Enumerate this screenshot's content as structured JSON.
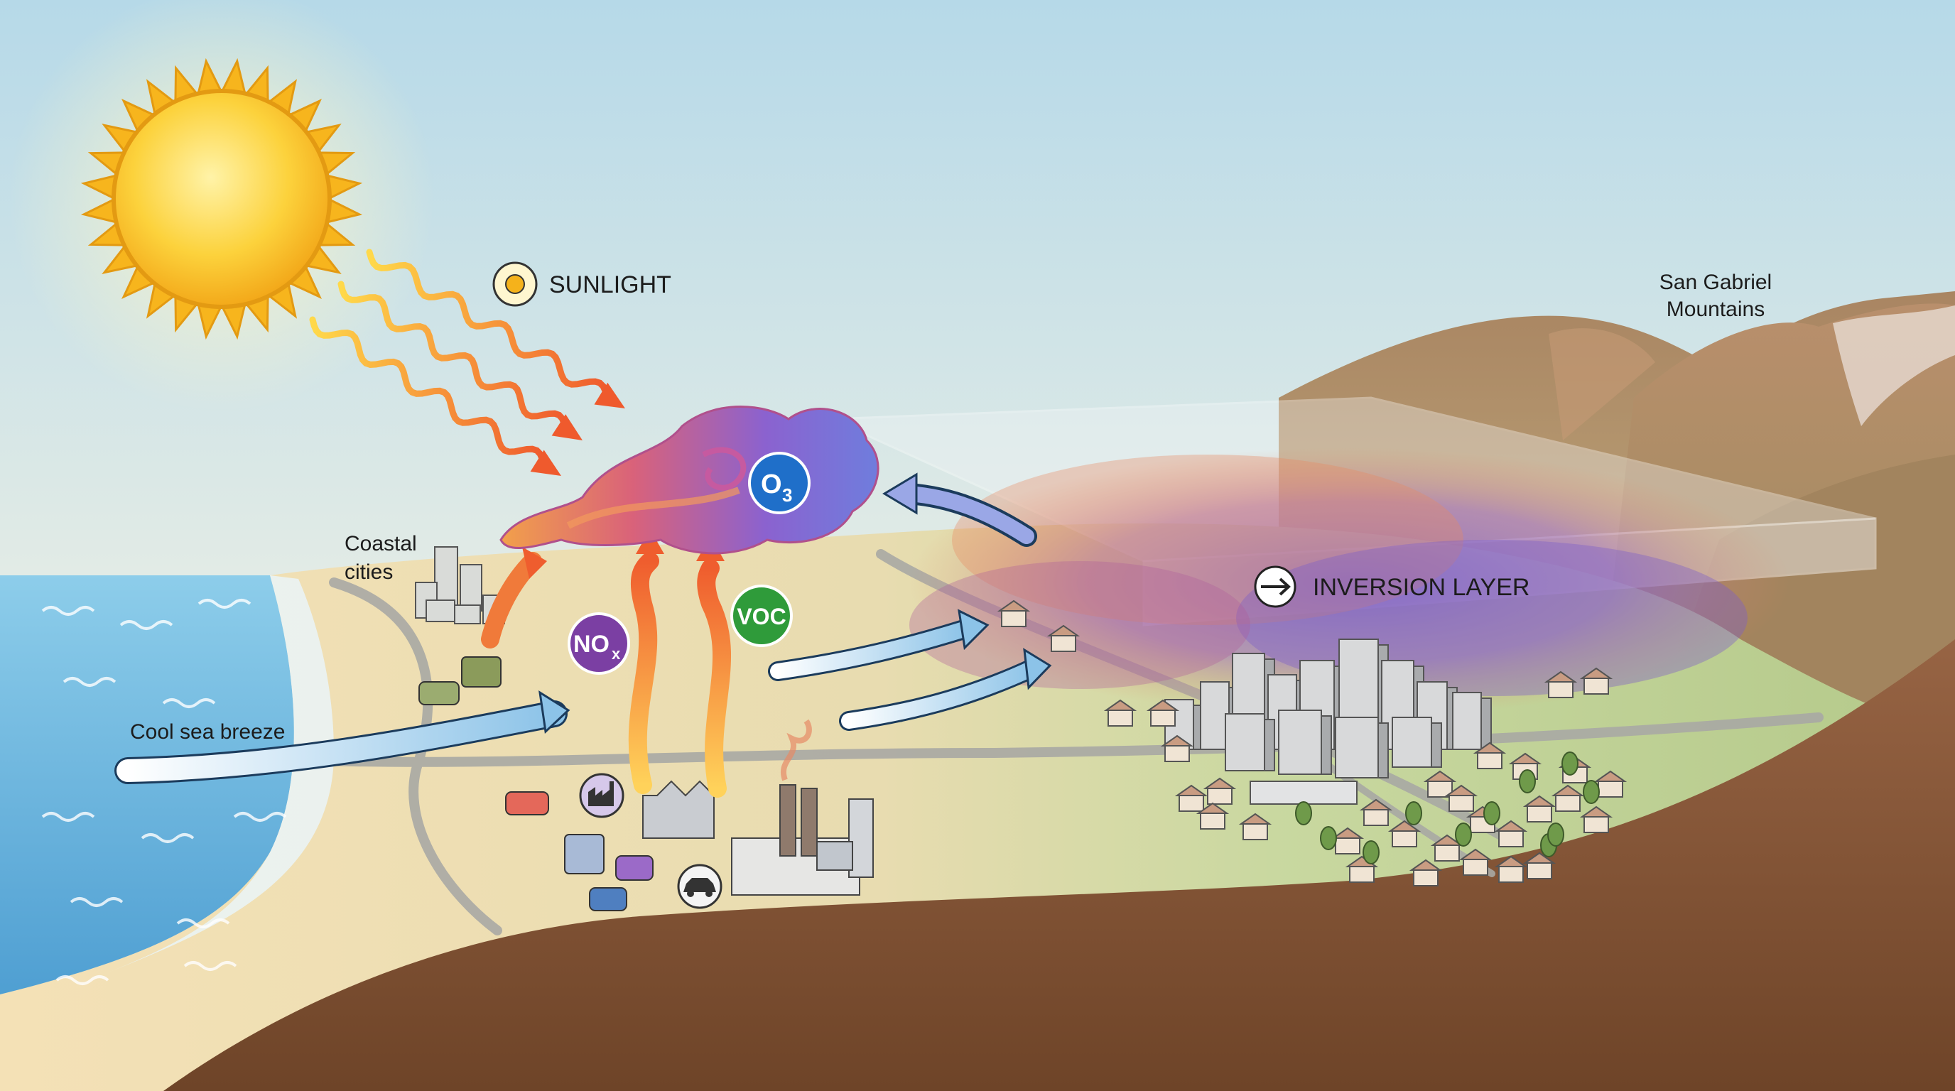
{
  "labels": {
    "sunlight": "SUNLIGHT",
    "coastal_line1": "Coastal",
    "coastal_line2": "cities",
    "sea_breeze": "Cool sea breeze",
    "mountains_line1": "San Gabriel",
    "mountains_line2": "Mountains",
    "inversion": "INVERSION LAYER"
  },
  "chemicals": {
    "ozone_main": "O",
    "ozone_sub": "3",
    "nox_main": "NO",
    "nox_sub": "x",
    "voc": "VOC"
  },
  "colors": {
    "sky_top": "#b9dbe9",
    "sky_bottom": "#eef0e2",
    "sun": "#fbd23a",
    "sun_outer": "#f6b319",
    "ocean": "#7ec4e6",
    "ocean_deep": "#5aa9d6",
    "beach": "#f3dfb2",
    "land": "#c7d6a0",
    "soil": "#8a5a38",
    "smog_purple": "#8b6bd0",
    "smog_orange": "#e9845a",
    "ozone_badge": "#1f6fc9",
    "nox_badge": "#7b3fa3",
    "voc_badge": "#2f9b3a",
    "breeze_arrow": "#8fc4e6",
    "heat_arrow": "#f0783a"
  },
  "icons": [
    "sun-small-icon",
    "inversion-arrow-icon",
    "factory-icon",
    "car-icon"
  ]
}
